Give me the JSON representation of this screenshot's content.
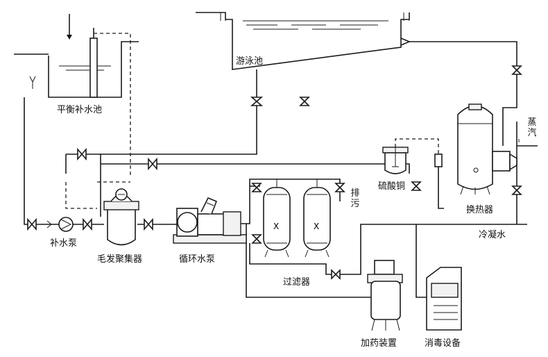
{
  "labels": {
    "pool": "游泳池",
    "balance_tank": "平衡补水池",
    "makeup_pump": "补水泵",
    "hair_collector": "毛发聚集器",
    "circulation_pump": "循环水泵",
    "filter": "过滤器",
    "copper_sulfate": "硫酸铜",
    "heat_exchanger": "换热器",
    "steam": "蒸汽",
    "condensate": "冷凝水",
    "drain": "排污",
    "dosing_device": "加药装置",
    "disinfection_equipment": "消毒设备"
  }
}
